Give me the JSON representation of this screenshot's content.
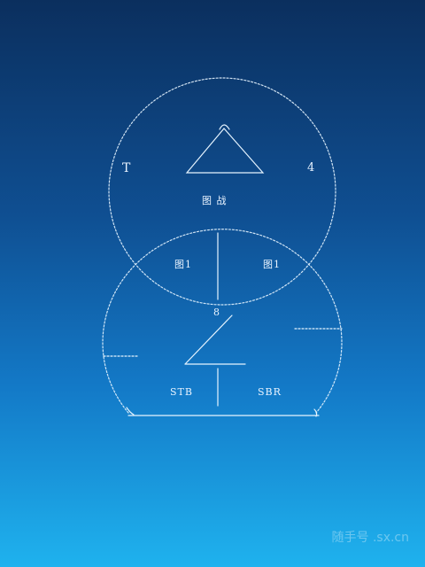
{
  "labels": {
    "top_left": "T",
    "top_right": "4",
    "top_center": "图 战",
    "mid_left": "图1",
    "mid_right": "图1",
    "center_small": "8",
    "bottom_left": "STB",
    "bottom_right": "SBR"
  },
  "watermark": "随手号 .sx.cn",
  "colors": {
    "line": "#e6f4ff",
    "bg_top": "#0b2f5e",
    "bg_bottom": "#1fb2ee"
  }
}
